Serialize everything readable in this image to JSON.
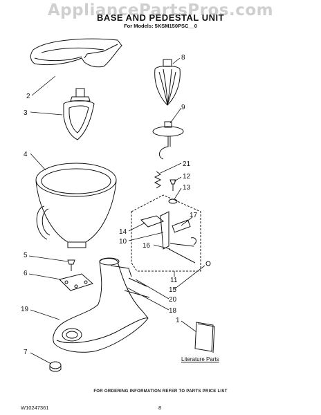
{
  "watermark": "AppliancePartsPros.com",
  "title": "BASE AND PEDESTAL UNIT",
  "subtitle": "For Models: 5KSM150PSC__0",
  "callouts": {
    "c1": "1",
    "c2": "2",
    "c3": "3",
    "c4": "4",
    "c5": "5",
    "c6": "6",
    "c7": "7",
    "c8": "8",
    "c9": "9",
    "c10": "10",
    "c11": "11",
    "c12": "12",
    "c13": "13",
    "c14": "14",
    "c15": "15",
    "c16": "16",
    "c17": "17",
    "c18": "18",
    "c19": "19",
    "c20": "20",
    "c21": "21"
  },
  "literature_label": "Literature Parts",
  "footer": "FOR ORDERING INFORMATION REFER TO PARTS PRICE LIST",
  "doc_id": "W10247361",
  "page_number": "8"
}
